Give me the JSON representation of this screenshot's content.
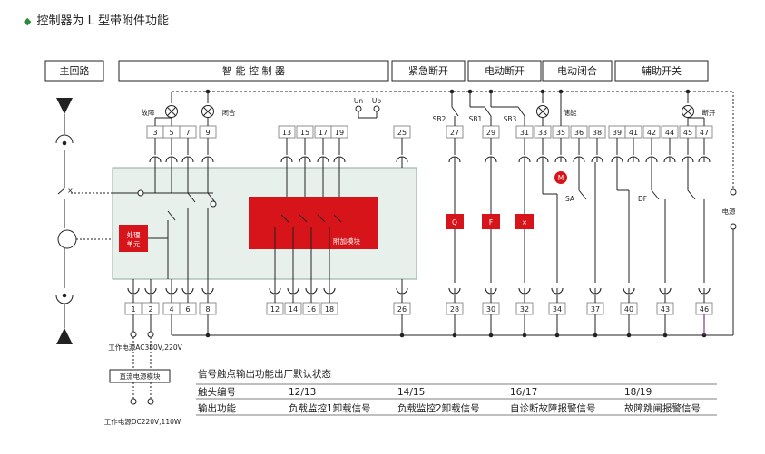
{
  "title": "控制器为 L 型带附件功能",
  "sections": [
    "主回路",
    "智 能 控 制 器",
    "紧急断开",
    "电动断开",
    "电动闭合",
    "辅助开关"
  ],
  "labels": {
    "fault": "故障",
    "close": "闭合",
    "un": "Un",
    "ub": "Ub",
    "sb2": "SB2",
    "sb1": "SB1",
    "sb3": "SB3",
    "store": "储能",
    "open": "断开",
    "processing": "处理\n单元",
    "accessory": "附加模块",
    "sa": "SA",
    "df": "DF",
    "power": "电源",
    "motor": "M",
    "q": "Q",
    "f": "F",
    "x": "⨯",
    "psu_ac": "工作电源AC380V,220V",
    "dc_module": "直流电源模块",
    "psu_dc": "工作电源DC220V,110W"
  },
  "top_terminals": [
    "3",
    "5",
    "7",
    "9",
    "13",
    "15",
    "17",
    "19",
    "25",
    "27",
    "29",
    "31",
    "33",
    "35",
    "36",
    "38",
    "39",
    "41",
    "42",
    "44",
    "45",
    "47"
  ],
  "bottom_terminals": [
    "1",
    "2",
    "4",
    "6",
    "8",
    "12",
    "14",
    "16",
    "18",
    "26",
    "28",
    "30",
    "32",
    "34",
    "37",
    "40",
    "43",
    "46"
  ],
  "table": {
    "caption": "信号触点输出功能出厂默认状态",
    "rows": [
      [
        "触头编号",
        "12/13",
        "14/15",
        "16/17",
        "18/19"
      ],
      [
        "输出功能",
        "负载监控1卸载信号",
        "负载监控2卸载信号",
        "自诊断故障报警信号",
        "故障跳闸报警信号"
      ]
    ]
  },
  "colors": {
    "accent": "#d7141a",
    "panel": "#e8f0ec",
    "panel_border": "#8ea89a",
    "line": "#222222",
    "purple": "#7a3a8a"
  }
}
